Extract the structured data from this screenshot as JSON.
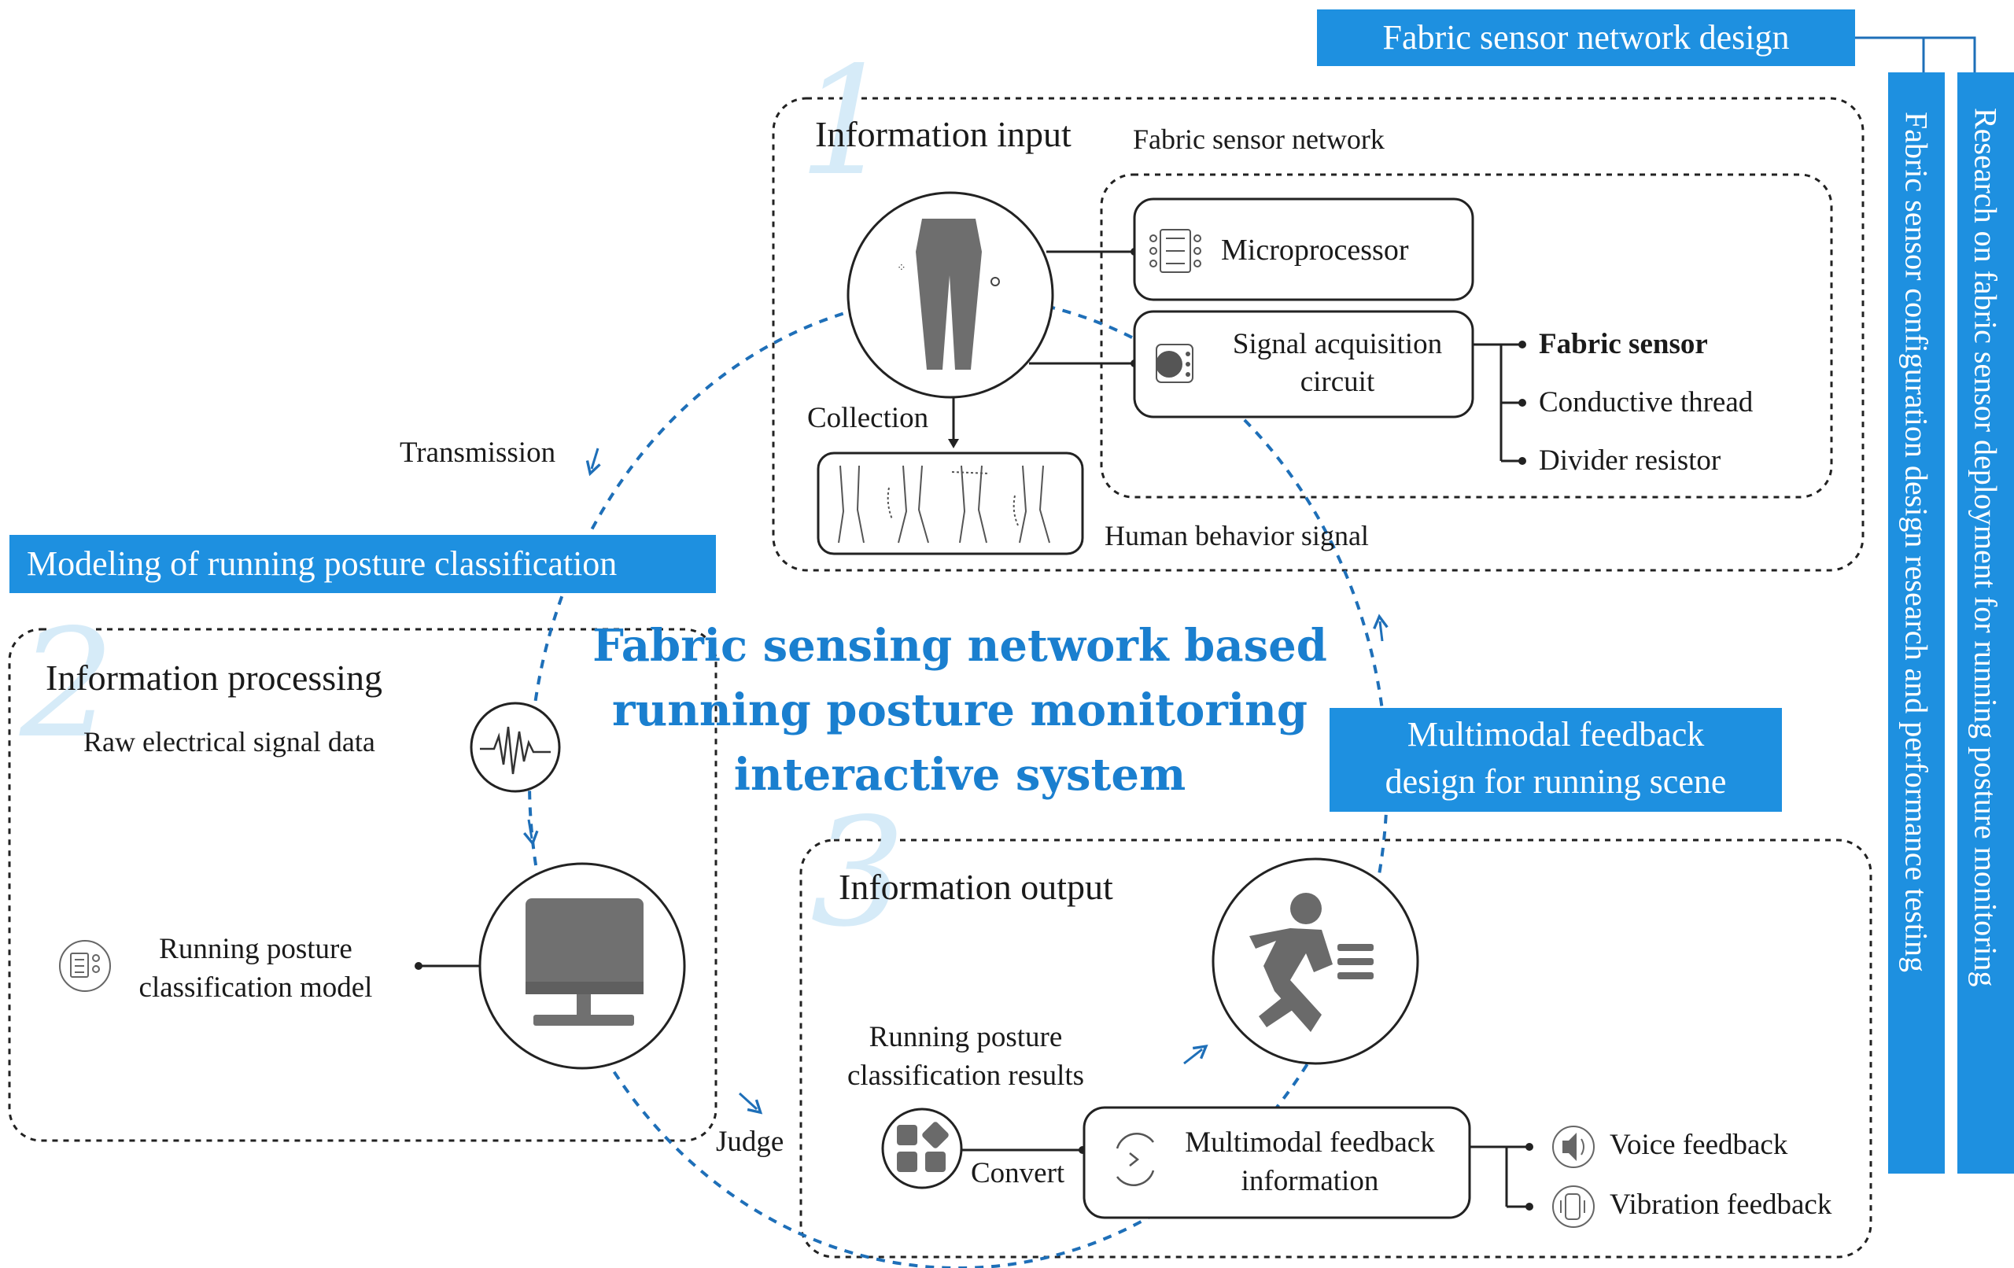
{
  "colors": {
    "accent": "#1e90e0",
    "title": "#1a7fcf",
    "watermark_digit": "#d6ebf8",
    "icon_gray": "#707070"
  },
  "digits": [
    "1",
    "2",
    "3"
  ],
  "right_column": {
    "top_box": "Fabric sensor network design",
    "vertical_1": "Fabric sensor configuration design research and performance testing",
    "vertical_2": "Research on fabric sensor deployment for running posture monitoring"
  },
  "blue_labels": {
    "modeling": "Modeling of running posture classification",
    "multimodal_line1": "Multimodal feedback",
    "multimodal_line2": "design for running scene"
  },
  "center_title": {
    "line1": "Fabric sensing network based",
    "line2": "running posture monitoring",
    "line3": "interactive system"
  },
  "input_section": {
    "heading": "Information input",
    "network_label": "Fabric sensor network",
    "microprocessor": "Microprocessor",
    "signal_line1": "Signal acquisition",
    "signal_line2": "circuit",
    "components": [
      "Fabric sensor",
      "Conductive thread",
      "Divider resistor"
    ],
    "collection": "Collection",
    "human_signal": "Human behavior signal"
  },
  "processing_section": {
    "heading": "Information processing",
    "raw_data": "Raw electrical signal data",
    "model_line1": "Running posture",
    "model_line2": "classification model"
  },
  "output_section": {
    "heading": "Information output",
    "results_line1": "Running posture",
    "results_line2": "classification results",
    "feedback_line1": "Multimodal feedback",
    "feedback_line2": "information",
    "feedback_types": [
      "Voice feedback",
      "Vibration feedback"
    ]
  },
  "flow_labels": {
    "transmission": "Transmission",
    "judge": "Judge",
    "convert": "Convert"
  },
  "icons": [
    "leggings-icon",
    "microprocessor-icon",
    "signal-circuit-icon",
    "leg-postures-icon",
    "waveform-icon",
    "model-icon",
    "computer-monitor-icon",
    "runner-icon",
    "results-grid-icon",
    "convert-cycle-icon",
    "speaker-icon",
    "vibration-icon"
  ]
}
